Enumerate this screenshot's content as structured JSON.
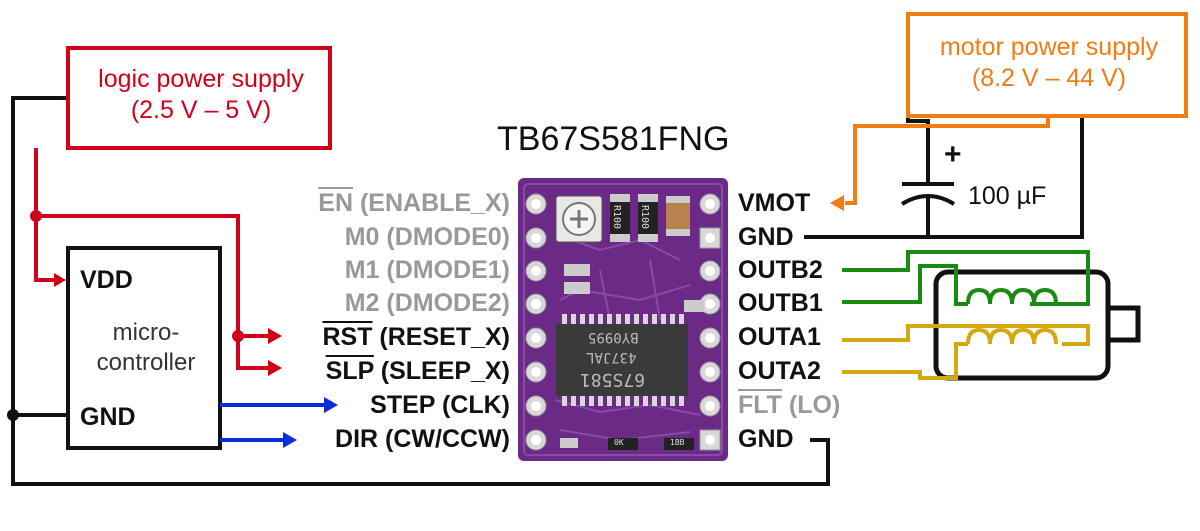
{
  "chip_title": "TB67S581FNG",
  "logic_supply": {
    "line1": "logic power supply",
    "line2": "(2.5 V – 5 V)"
  },
  "motor_supply": {
    "line1": "motor power supply",
    "line2": "(8.2 V – 44 V)"
  },
  "capacitor": {
    "value": "100 µF",
    "polarity": "+"
  },
  "microcontroller": {
    "vdd": "VDD",
    "label_line1": "micro-",
    "label_line2": "controller",
    "gnd": "GND"
  },
  "left_pins": [
    {
      "overline": "EN",
      "rest": " (ENABLE_X)",
      "color": "#999999"
    },
    {
      "overline": "",
      "rest": "M0 (DMODE0)",
      "color": "#999999"
    },
    {
      "overline": "",
      "rest": "M1 (DMODE1)",
      "color": "#999999"
    },
    {
      "overline": "",
      "rest": "M2 (DMODE2)",
      "color": "#999999"
    },
    {
      "overline": "RST",
      "rest": " (RESET_X)",
      "color": "#111111"
    },
    {
      "overline": "SLP",
      "rest": " (SLEEP_X)",
      "color": "#111111"
    },
    {
      "overline": "",
      "rest": "STEP (CLK)",
      "color": "#111111"
    },
    {
      "overline": "",
      "rest": "DIR (CW/CCW)",
      "color": "#111111"
    }
  ],
  "right_pins": [
    {
      "overline": "",
      "rest": "VMOT",
      "color": "#111111"
    },
    {
      "overline": "",
      "rest": "GND",
      "color": "#111111"
    },
    {
      "overline": "",
      "rest": "OUTB2",
      "color": "#111111"
    },
    {
      "overline": "",
      "rest": "OUTB1",
      "color": "#111111"
    },
    {
      "overline": "",
      "rest": "OUTA1",
      "color": "#111111"
    },
    {
      "overline": "",
      "rest": "OUTA2",
      "color": "#111111"
    },
    {
      "overline": "FLT",
      "rest": " (LO)",
      "color": "#999999"
    },
    {
      "overline": "",
      "rest": "GND",
      "color": "#111111"
    }
  ],
  "board_markings": {
    "chip_line1": "BY0995",
    "chip_line2": "437JAL",
    "chip_line3": "67S581",
    "resistor": "R100",
    "small1": "0K",
    "small2": "1BB"
  },
  "colors": {
    "logic_red": "#d0021b",
    "motor_orange": "#f07d14",
    "signal_blue": "#0a2fd6",
    "coil_green": "#1a8a14",
    "coil_yellow": "#d4a90d",
    "board_purple": "#6b2a86",
    "wire_black": "#111111",
    "inactive_gray": "#999999"
  }
}
